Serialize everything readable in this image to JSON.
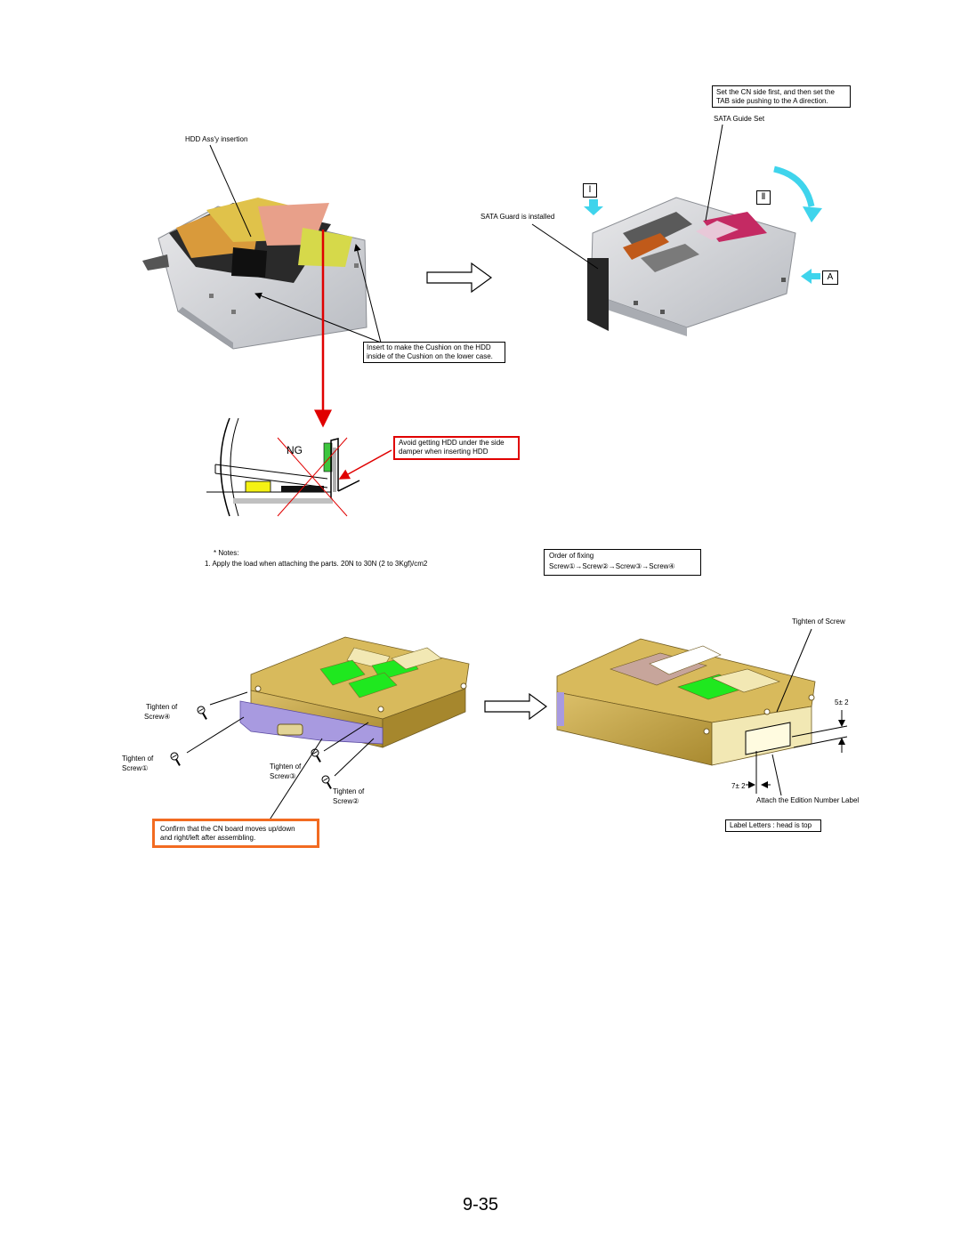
{
  "callouts": {
    "cn_side_first": [
      "Set the CN side first, and then set the",
      "TAB side pushing to the A direction."
    ],
    "sata_guide_set": "SATA Guide Set",
    "hdd_insertion": "HDD Ass'y insertion",
    "sata_guard_installed": "SATA Guard is installed",
    "cushion_insert": [
      "Insert to make the Cushion on the HDD",
      "inside of the Cushion on the lower case."
    ],
    "avoid_hdd": [
      "Avoid getting HDD under the side",
      "damper when inserting HDD"
    ],
    "ng": "NG",
    "step_1": "Ⅰ",
    "step_2": "Ⅱ",
    "direction_a": "A"
  },
  "notes": {
    "heading": "* Notes:",
    "item_1": "1. Apply the load when attaching the parts. 20N to 30N (2 to 3Kgf)/cm2"
  },
  "order": {
    "title": "Order of fixing",
    "sequence": "Screw①→Screw②→Screw③→Screw④"
  },
  "screws": {
    "screw4": [
      "Tighten of",
      "Screw④"
    ],
    "screw1": [
      "Tighten of",
      "Screw①"
    ],
    "screw3": [
      "Tighten of",
      "Screw③"
    ],
    "screw2": [
      "Tighten of",
      "Screw②"
    ],
    "tighten_of_screw": "Tighten of Screw"
  },
  "cn_board": [
    "Confirm that the CN board moves up/down",
    "and right/left after assembling."
  ],
  "dimensions": {
    "d5": "5± 2",
    "d7": "7± 2"
  },
  "label": {
    "attach": "Attach the Edition Number Label",
    "letters": "Label Letters : head is top"
  },
  "page_number": "9-35",
  "colors": {
    "red_arrow": "#e00000",
    "cyan_arrow": "#3fd4ec",
    "orange_frame": "#f26b21",
    "case_gold": "#c8a84a",
    "green_window": "#1fe81f",
    "connector_purple": "#a89ae0"
  }
}
